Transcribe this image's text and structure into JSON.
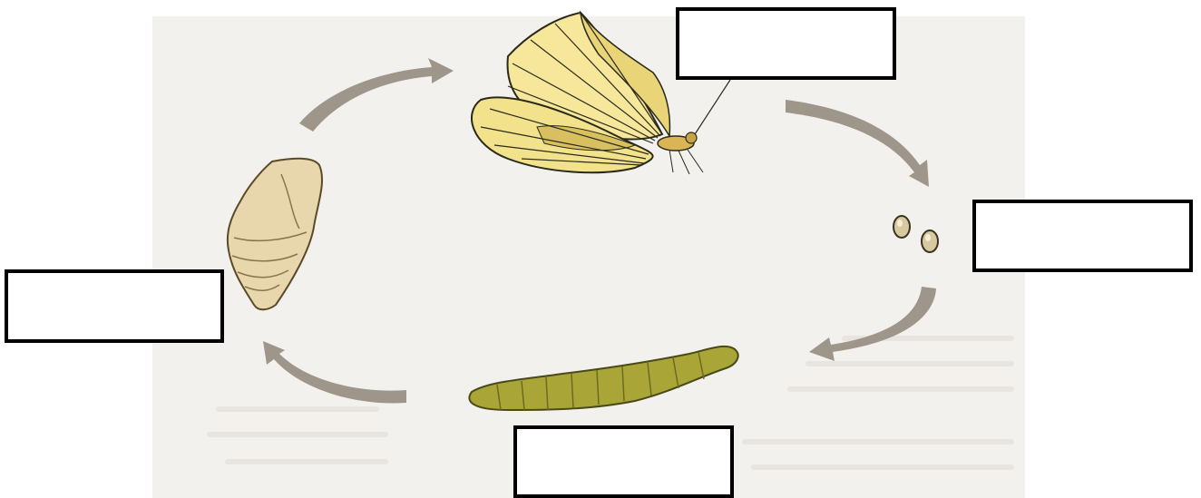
{
  "diagram": {
    "stages": [
      {
        "id": "adult",
        "icon": "butterfly-icon",
        "label": ""
      },
      {
        "id": "egg",
        "icon": "eggs-icon",
        "label": ""
      },
      {
        "id": "larva",
        "icon": "caterpillar-icon",
        "label": ""
      },
      {
        "id": "pupa",
        "icon": "chrysalis-icon",
        "label": ""
      }
    ],
    "colors": {
      "arrow": "#9e968a",
      "wing": "#f6e79a",
      "wing_vein": "#2a2a1a",
      "caterpillar": "#a9a637",
      "chrysalis": "#e8d7ac",
      "label_border": "#000000"
    }
  }
}
